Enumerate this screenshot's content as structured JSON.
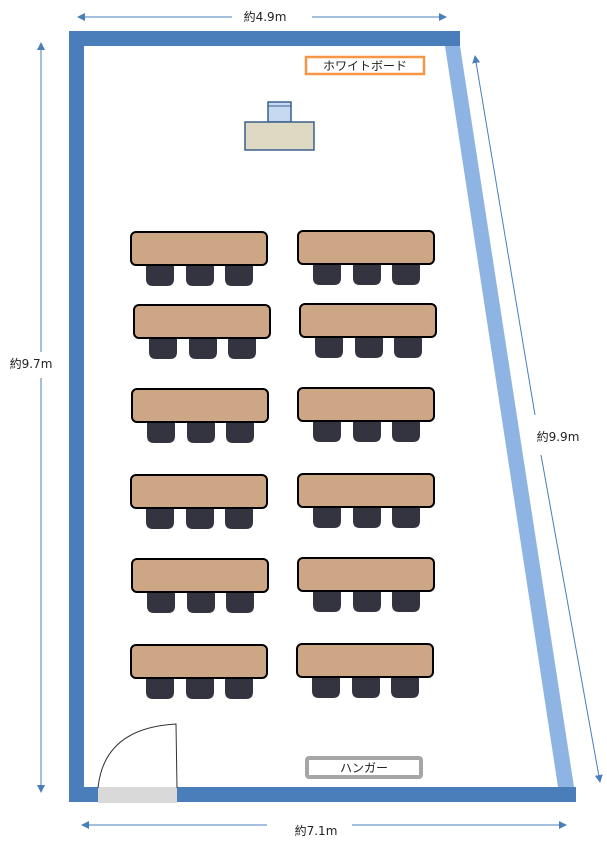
{
  "labels": {
    "top_width": "約4.9m",
    "left_height": "約9.7m",
    "right_length": "約9.9m",
    "bottom_width": "約7.1m",
    "whiteboard": "ホワイトボード",
    "hanger": "ハンガー"
  },
  "colors": {
    "wall": "#4a7ebb",
    "slanted_wall": "#8eb4e3",
    "dimension_line": "#4a7ebb",
    "table": "#cda686",
    "chair": "#33343f",
    "whiteboard_border": "#f79646",
    "hanger_border": "#a6a6a6",
    "door_sill": "#d9d9d9",
    "podium": "#ddd9c3"
  },
  "layout_summary": {
    "table_rows": 6,
    "table_columns": 2,
    "chairs_per_table": 3
  }
}
